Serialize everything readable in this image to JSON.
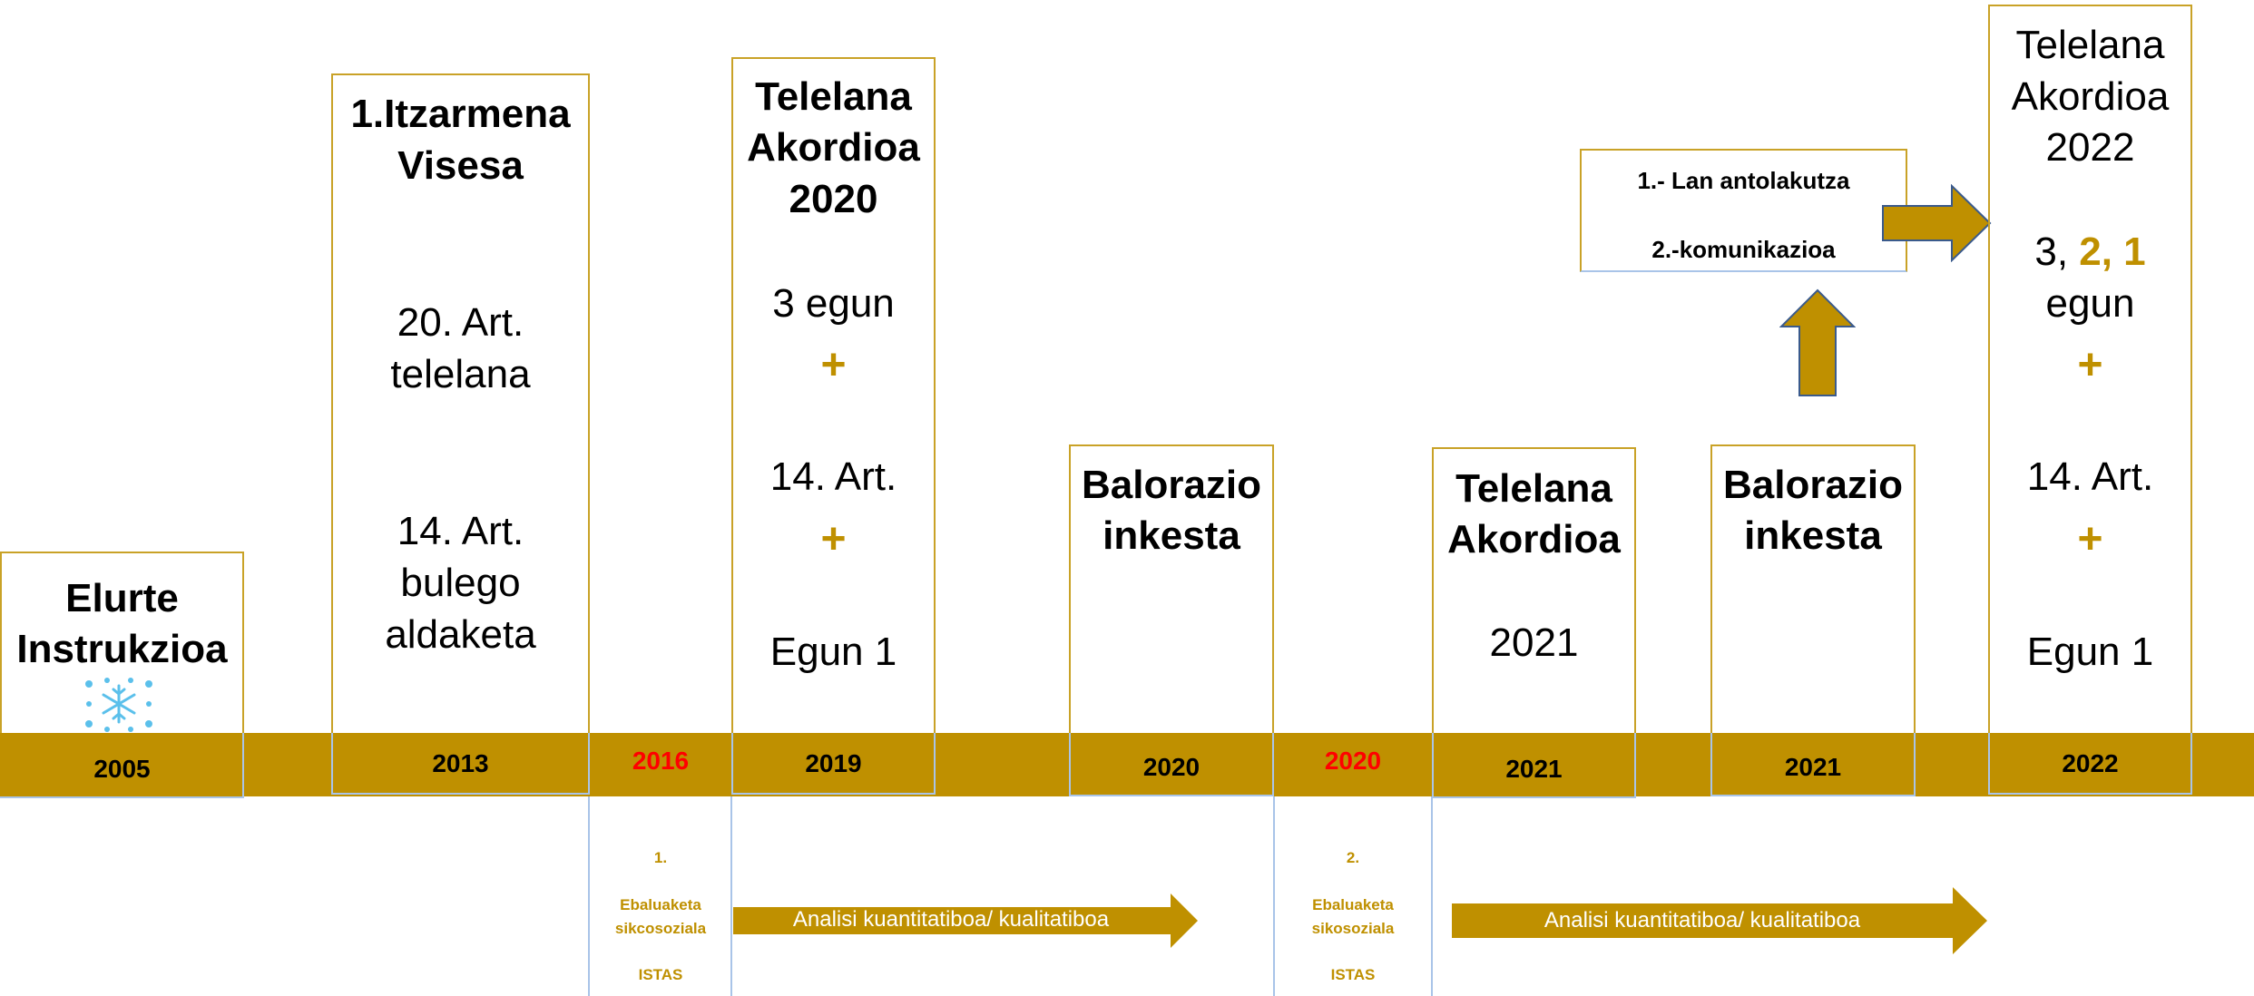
{
  "boxes": {
    "b2005": {
      "line1": "Elurte",
      "line2": "Instrukzioa",
      "year": "2005"
    },
    "b2013": {
      "line1": "1.Itzarmena",
      "line2": "Visesa",
      "art1a": "20. Art.",
      "art1b": "telelana",
      "art2a": "14. Art.",
      "art2b": "bulego",
      "art2c": "aldaketa",
      "year": "2013"
    },
    "b2016": {
      "year": "2016",
      "num": "1.",
      "text1": "Ebaluaketa",
      "text2": "sikcosoziala",
      "org": "ISTAS"
    },
    "b2019": {
      "line1": "Telelana",
      "line2": "Akordioa",
      "line3": "2020",
      "days": "3 egun",
      "plus1": "+",
      "art": "14. Art.",
      "plus2": "+",
      "egun": "Egun 1",
      "year": "2019"
    },
    "b2020a": {
      "line1": "Balorazio",
      "line2": "inkesta",
      "year": "2020"
    },
    "b2020b": {
      "year": "2020",
      "num": "2.",
      "text1": "Ebaluaketa",
      "text2": "sikosoziala",
      "org": "ISTAS"
    },
    "b2021a": {
      "line1": "Telelana",
      "line2": "Akordioa",
      "line3": "2021",
      "year": "2021"
    },
    "b2021b": {
      "line1": "Balorazio",
      "line2": "inkesta",
      "year": "2021"
    },
    "b2022": {
      "line1": "Telelana",
      "line2": "Akordioa",
      "line3": "2022",
      "days_prefix": "3, ",
      "days_gold": "2, 1",
      "egun_word": "egun",
      "plus1": "+",
      "art": "14. Art.",
      "plus2": "+",
      "egun": "Egun 1",
      "year": "2022"
    }
  },
  "callout": {
    "item1": "1.- Lan antolakutza",
    "item2": "2.-komunikazioa"
  },
  "arrows": {
    "analysis1": "Analisi kuantitatiboa/ kualitatiboa",
    "analysis2": "Analisi kuantitatiboa/ kualitatiboa"
  },
  "colors": {
    "gold": "#BF9000",
    "red_year": "#FF0000",
    "frame_gold": "#C9A227",
    "frame_blue": "#A9C4E8",
    "snowflake": "#5BC0EB"
  },
  "icons": {
    "snow": "snowflake-icon"
  }
}
